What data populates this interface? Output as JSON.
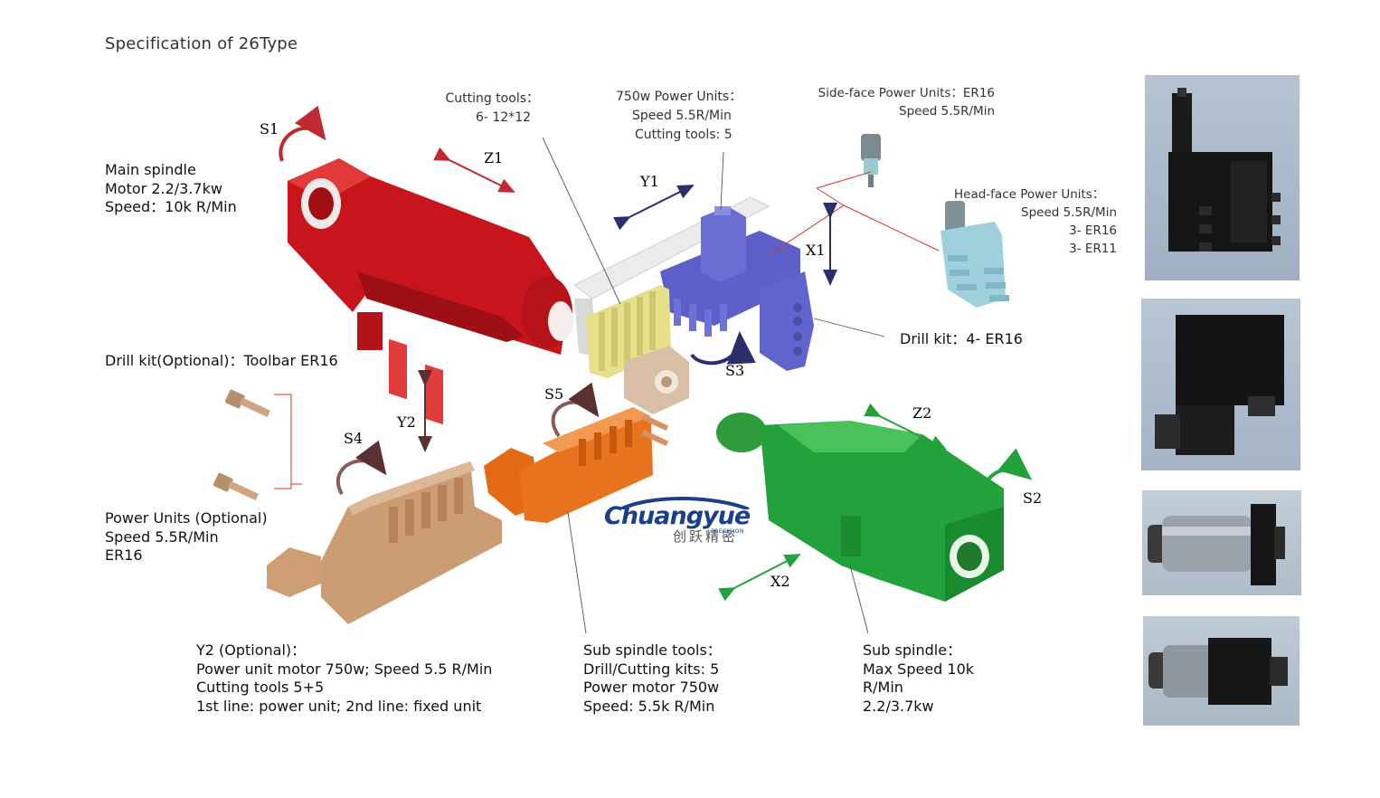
{
  "title": "Specification of 26Type",
  "axes": {
    "s1": "S1",
    "z1": "Z1",
    "y1": "Y1",
    "x1": "X1",
    "s3": "S3",
    "y2": "Y2",
    "s4": "S4",
    "s5": "S5",
    "z2": "Z2",
    "s2": "S2",
    "x2": "X2"
  },
  "main_spindle": [
    "Main spindle",
    "Motor 2.2/3.7kw",
    "Speed：10k R/Min"
  ],
  "cutting_tools": [
    "Cutting tools：",
    "6- 12*12"
  ],
  "power_units_750": [
    "750w Power Units：",
    "Speed 5.5R/Min",
    "Cutting tools: 5"
  ],
  "side_face": [
    "Side-face Power Units：ER16",
    "Speed 5.5R/Min"
  ],
  "head_face": [
    "Head-face Power Units：",
    "Speed 5.5R/Min",
    "3- ER16",
    "3- ER11"
  ],
  "drill_kit": "Drill kit：4- ER16",
  "drill_kit_optional": "Drill kit(Optional)：Toolbar ER16",
  "power_units_optional": [
    "Power Units (Optional)",
    "Speed 5.5R/Min",
    "ER16"
  ],
  "y2_optional": [
    "Y2 (Optional)：",
    "Power unit motor  750w; Speed 5.5 R/Min",
    "Cutting tools 5+5",
    "1st line: power unit;  2nd line: fixed unit"
  ],
  "sub_spindle_tools": [
    "Sub spindle tools：",
    "Drill/Cutting kits: 5",
    "Power motor 750w",
    "Speed: 5.5k R/Min"
  ],
  "sub_spindle": [
    "Sub spindle：",
    "Max Speed 10k",
    "R/Min",
    "2.2/3.7kw"
  ],
  "logo": {
    "main": "Chuangyue",
    "precision": "PRECISION",
    "chinese": "创跃精密"
  },
  "colors": {
    "main_spindle": "#c8141b",
    "sub_spindle": "#1f9a33",
    "turret": "#5b5fc7",
    "tools": "#e6e08a",
    "y2_block": "#c89a6e",
    "sub_tools": "#e56a14",
    "leader_red": "#e03030",
    "arrow_red": "#c0292f",
    "arrow_navy": "#2a2f6b",
    "arrow_green": "#22a23a",
    "arrow_brown": "#6b3a3a"
  }
}
